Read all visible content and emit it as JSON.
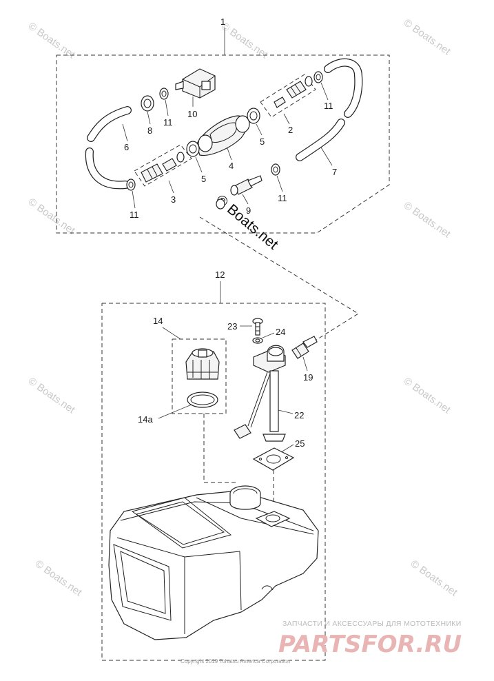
{
  "watermark_text": "© Boats.net",
  "watermark_center_text": "© Boats.net",
  "labels": {
    "l1": "1",
    "l2": "2",
    "l3": "3",
    "l4": "4",
    "l5a": "5",
    "l5b": "5",
    "l6": "6",
    "l7": "7",
    "l8": "8",
    "l9": "9",
    "l10": "10",
    "l11a": "11",
    "l11b": "11",
    "l11c": "11",
    "l11d": "11",
    "l12": "12",
    "l14": "14",
    "l14a": "14a",
    "l19": "19",
    "l22": "22",
    "l23": "23",
    "l24": "24",
    "l25": "25"
  },
  "banner": {
    "subtitle": "ЗАПЧАСТИ И АКСЕССУАРЫ ДЛЯ МОТОТЕХНИКИ",
    "logo": "PARTSFOR.RU"
  },
  "copyright": "Copyright 2019 Tohatsu America Corporation"
}
